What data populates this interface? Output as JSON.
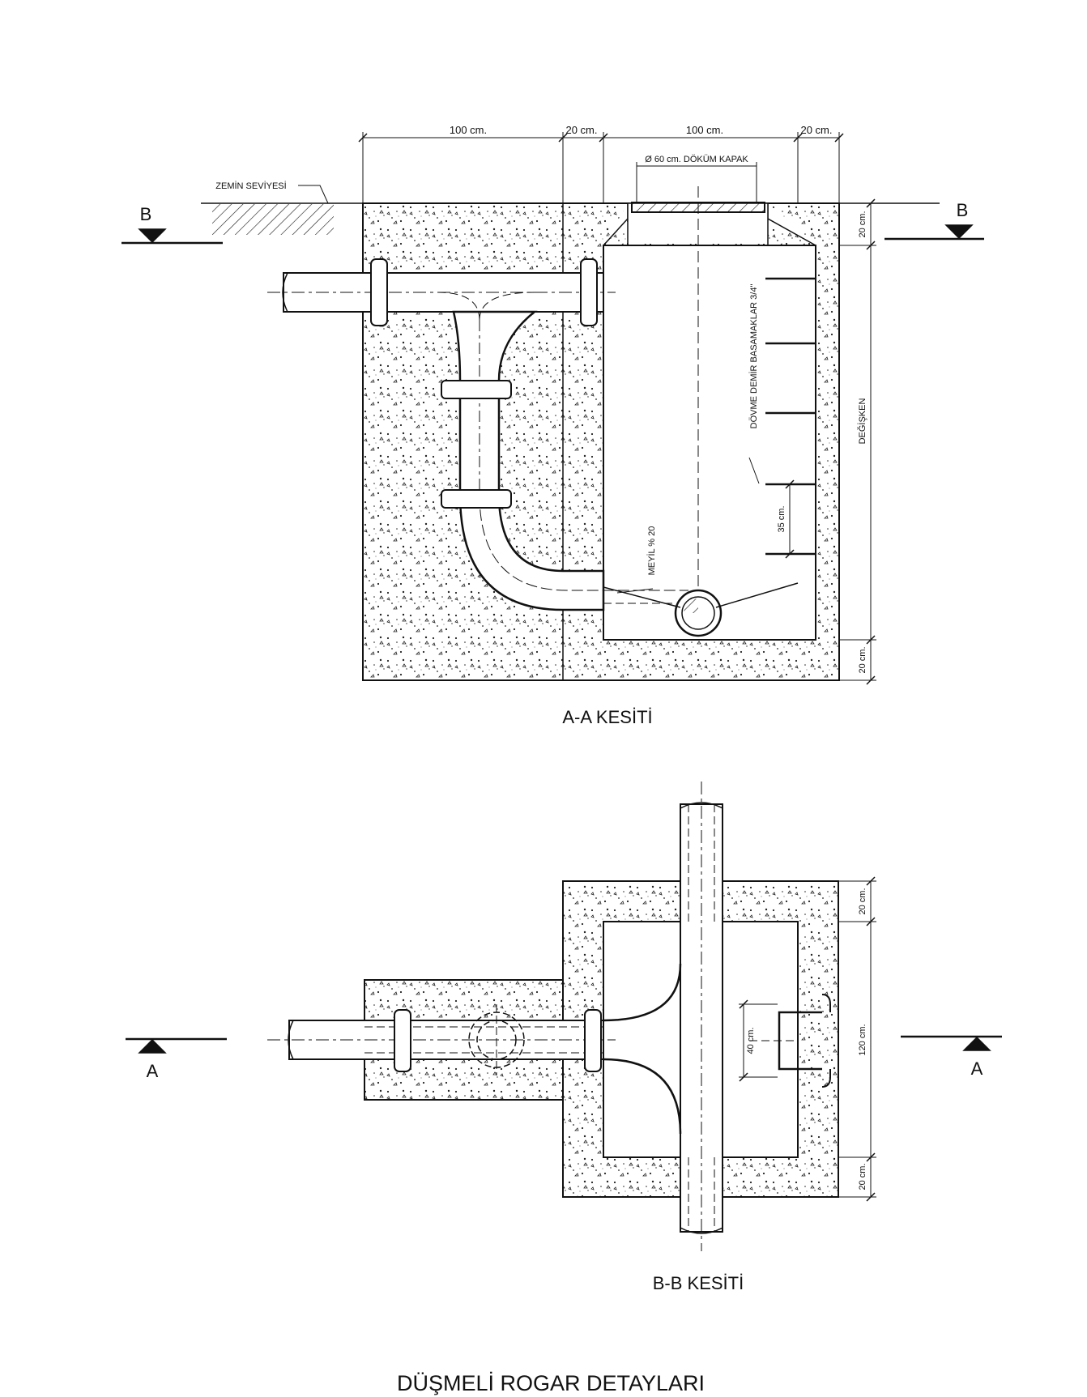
{
  "drawing_title": "DÜŞMELİ ROGAR DETAYLARI",
  "section_aa": {
    "title": "A-A KESİTİ",
    "dim_top": [
      "100 cm.",
      "20 cm.",
      "100 cm.",
      "20 cm."
    ],
    "cover_label": "Ø 60 cm. DÖKÜM KAPAK",
    "ground_label": "ZEMİN SEVİYESİ",
    "cut_marker": "B",
    "steps_label": "DÖVME DEMİR BASAMAKLAR 3/4\"",
    "step_spacing": "35 cm.",
    "slope_label": "MEYİL % 20",
    "dim_right": [
      "20 cm.",
      "DEĞİŞKEN",
      "20 cm."
    ]
  },
  "section_bb": {
    "title": "B-B KESİTİ",
    "cut_marker": "A",
    "inner_dim": "40 cm.",
    "dim_right": [
      "20 cm.",
      "120 cm.",
      "20 cm."
    ]
  },
  "colors": {
    "ink": "#111111",
    "concrete": "#ffffff",
    "background": "#ffffff"
  }
}
